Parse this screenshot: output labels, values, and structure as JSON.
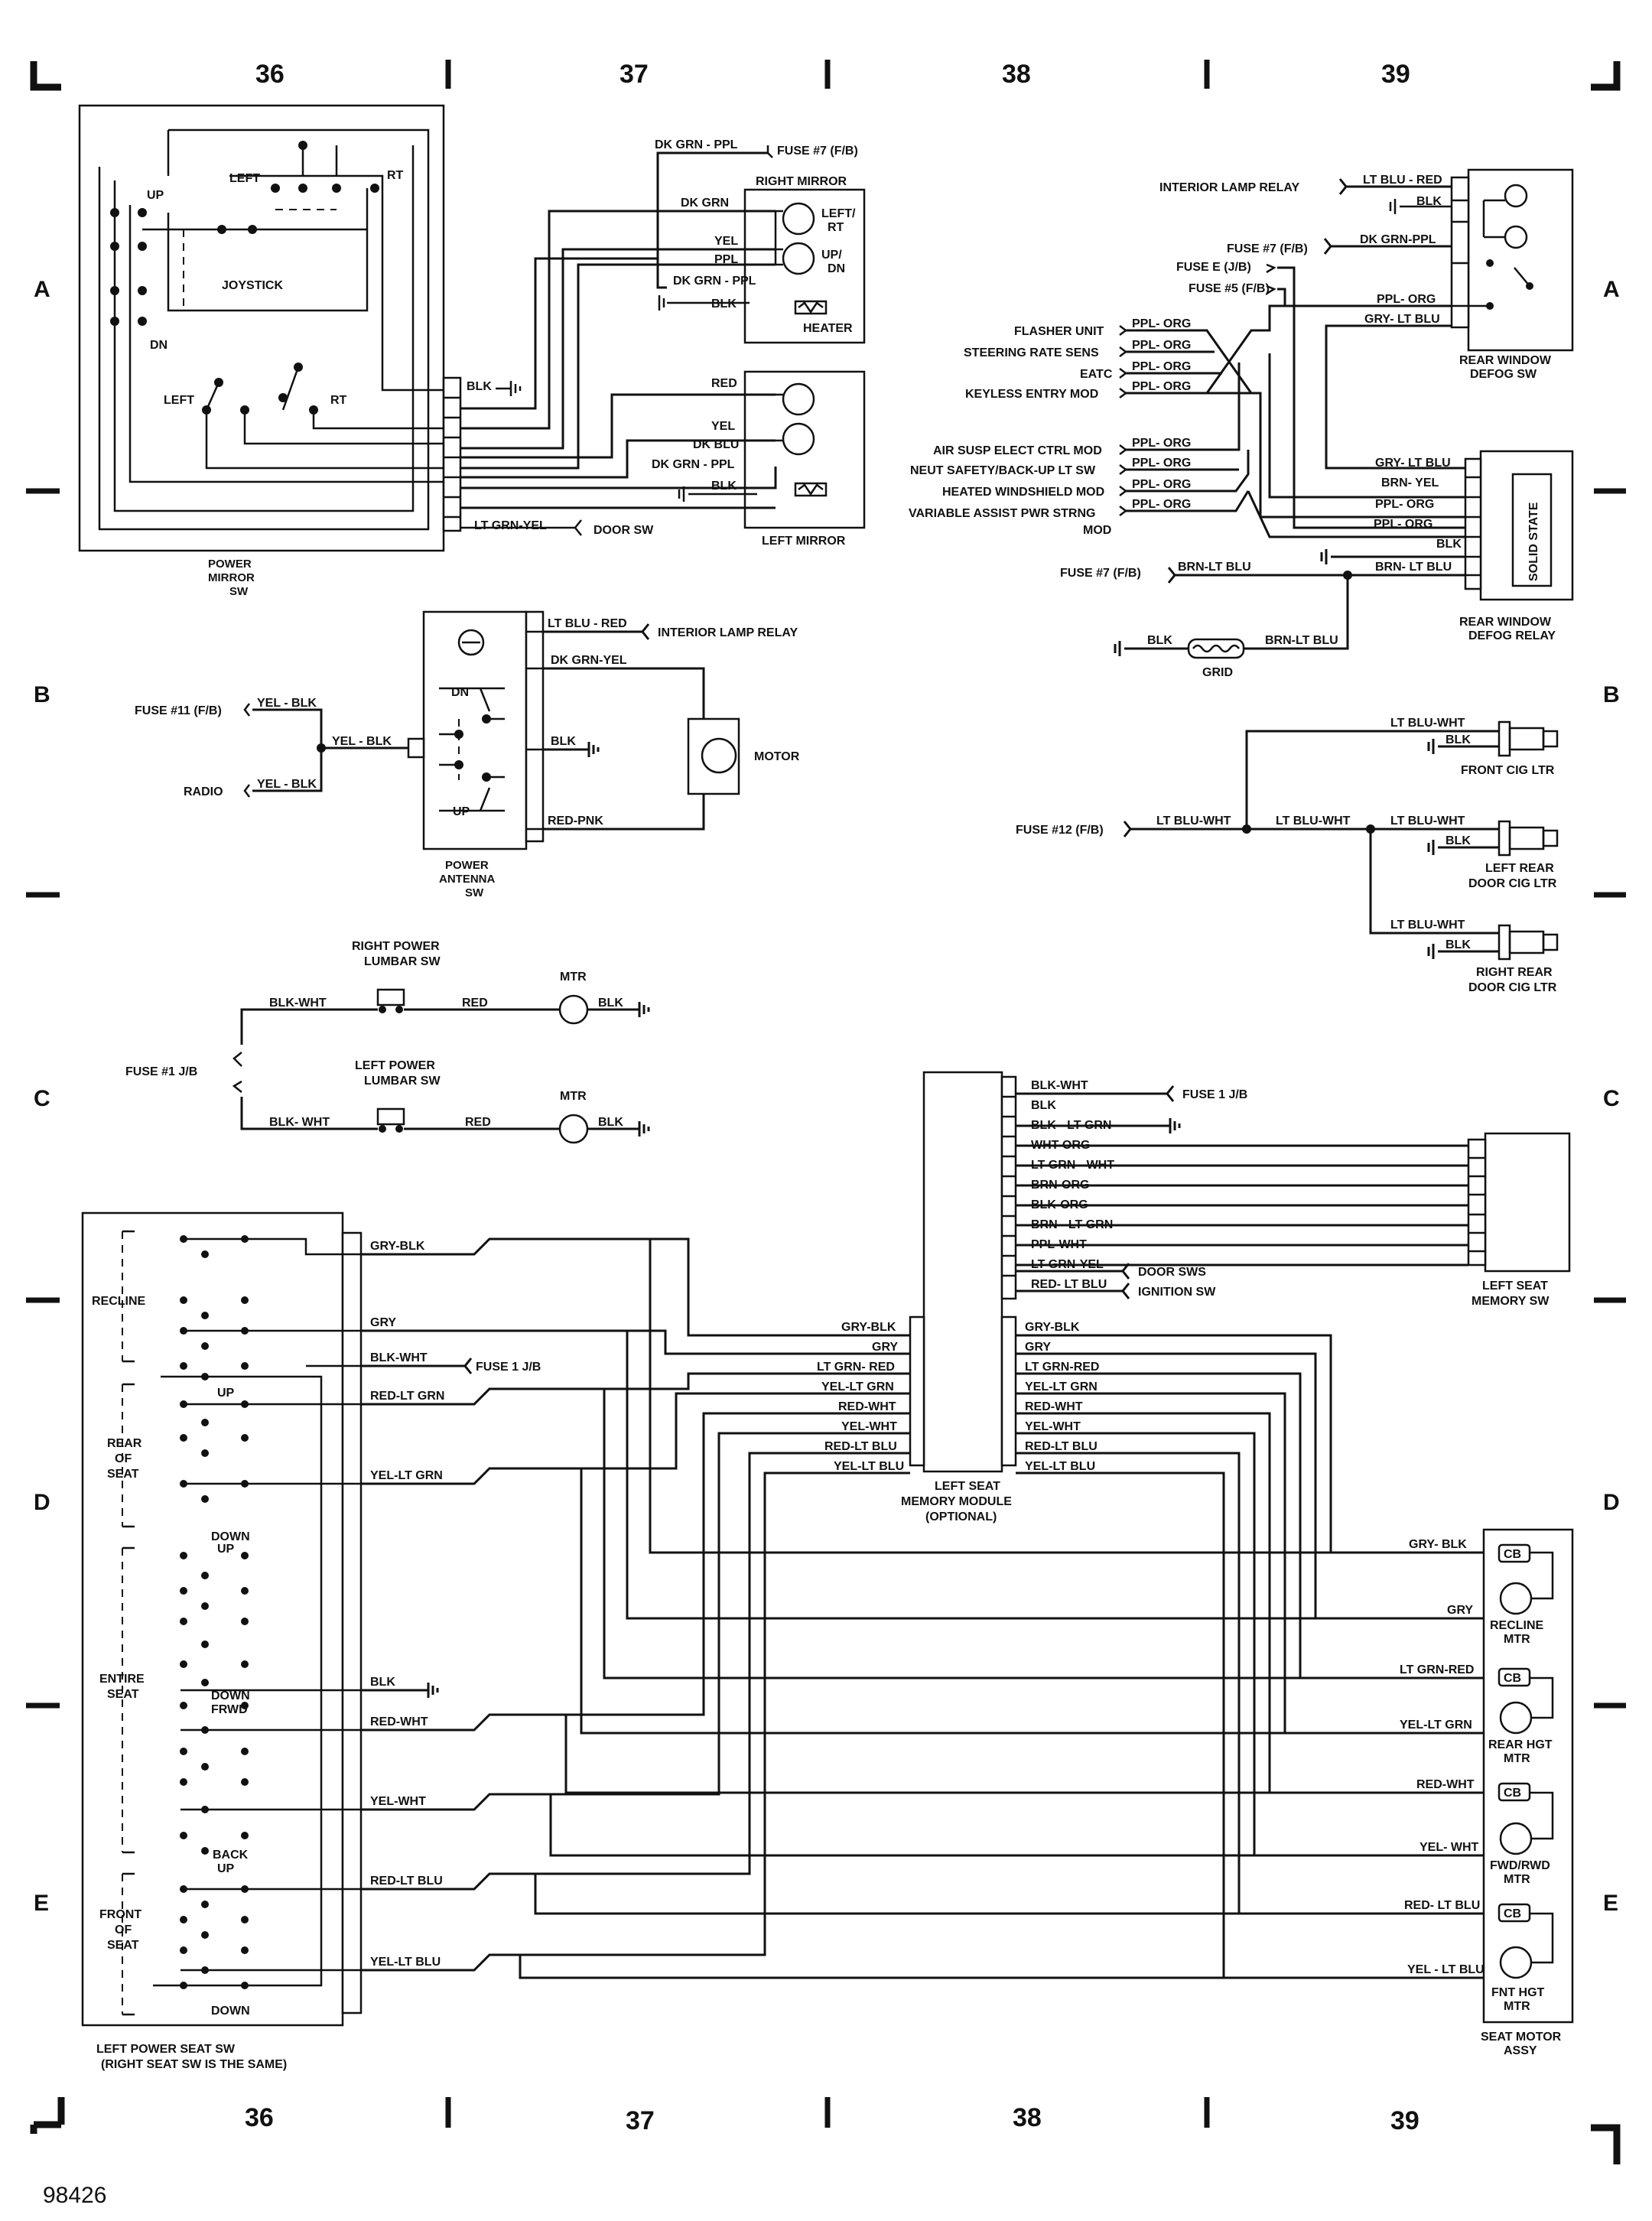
{
  "grid": {
    "columns": [
      "36",
      "37",
      "38",
      "39"
    ],
    "rows": [
      "A",
      "B",
      "C",
      "D",
      "E"
    ],
    "figure_number": "98426"
  },
  "power_mirror": {
    "switch_label": [
      "POWER",
      "MIRROR",
      "SW"
    ],
    "joystick": "JOYSTICK",
    "up": "UP",
    "dn": "DN",
    "left": "LEFT",
    "rt": "RT",
    "left2": "LEFT",
    "rt2": "RT",
    "wires": [
      "BLK",
      "LT GRN-YEL"
    ],
    "door_sw": "DOOR SW",
    "fuse7": "FUSE #7 (F/B)",
    "right_mirror": "RIGHT MIRROR",
    "left_rt": "LEFT/ RT",
    "up_dn": "UP/ DN",
    "heater": "HEATER",
    "left_mirror": "LEFT MIRROR",
    "rm_wires": [
      "DK GRN - PPL",
      "DK GRN",
      "YEL",
      "PPL",
      "DK GRN - PPL",
      "BLK"
    ],
    "lm_wires": [
      "RED",
      "YEL",
      "DK BLU",
      "DK GRN - PPL",
      "BLK"
    ]
  },
  "antenna": {
    "fuse11": "FUSE #11 (F/B)",
    "radio": "RADIO",
    "yel_blk": "YEL - BLK",
    "wires": [
      "LT BLU - RED",
      "DK GRN-YEL",
      "BLK",
      "RED-PNK"
    ],
    "interior_lamp_relay": "INTERIOR LAMP RELAY",
    "motor": "MOTOR",
    "dn": "DN",
    "up": "UP",
    "label": [
      "POWER",
      "ANTENNA",
      "SW"
    ]
  },
  "lumbar": {
    "right_sw": [
      "RIGHT POWER",
      "LUMBAR SW"
    ],
    "left_sw": [
      "LEFT POWER",
      "LUMBAR SW"
    ],
    "fuse1": "FUSE #1  J/B",
    "blk_wht": "BLK-WHT",
    "blk_wht2": "BLK- WHT",
    "red": "RED",
    "mtr": "MTR",
    "blk": "BLK"
  },
  "rear_defog": {
    "interior_lamp_relay": "INTERIOR LAMP RELAY",
    "fuse7": "FUSE #7 (F/B)",
    "fuseE": "FUSE E (J/B)",
    "fuse5": "FUSE #5 (F/B)",
    "sw_wires": [
      "LT BLU - RED",
      "BLK",
      "DK GRN-PPL",
      "PPL- ORG",
      "GRY- LT BLU"
    ],
    "sw_label": [
      "REAR WINDOW",
      "DEFOG SW"
    ],
    "modules": [
      "FLASHER UNIT",
      "STEERING RATE SENS",
      "EATC",
      "KEYLESS ENTRY MOD",
      "AIR SUSP ELECT CTRL MOD",
      "NEUT SAFETY/BACK-UP LT SW",
      "HEATED WINDSHIELD MOD",
      "VARIABLE ASSIST PWR STRNG",
      "MOD"
    ],
    "ppl_org": "PPL- ORG",
    "relay_wires": [
      "GRY- LT BLU",
      "BRN- YEL",
      "PPL- ORG",
      "PPL- ORG",
      "BLK",
      "BRN- LT BLU"
    ],
    "solid_state": "SOLID STATE",
    "relay_label": [
      "REAR WINDOW",
      "DEFOG RELAY"
    ],
    "fuse7b": "FUSE #7 (F/B)",
    "brn_lt_blu": "BRN-LT BLU",
    "blk": "BLK",
    "grid": "GRID"
  },
  "cig": {
    "fuse12": "FUSE #12 (F/B)",
    "lt_blu_wht": "LT BLU-WHT",
    "blk": "BLK",
    "front": "FRONT CIG LTR",
    "left_rear": [
      "LEFT REAR",
      "DOOR CIG LTR"
    ],
    "right_rear": [
      "RIGHT REAR",
      "DOOR CIG LTR"
    ]
  },
  "memory": {
    "top_wires": [
      "BLK-WHT",
      "BLK",
      "BLK - LT GRN",
      "WHT-ORG",
      "LT GRN - WHT",
      "BRN-ORG",
      "BLK-ORG",
      "BRN - LT GRN",
      "PPL-WHT",
      "LT GRN-YEL",
      "RED- LT BLU"
    ],
    "fuse1": "FUSE 1  J/B",
    "door_sws": "DOOR SWS",
    "ignition_sw": "IGNITION SW",
    "seat_sw_label": [
      "LEFT SEAT",
      "MEMORY SW"
    ],
    "module_label": [
      "LEFT SEAT",
      "MEMORY MODULE",
      "(OPTIONAL)"
    ],
    "left_wires": [
      "GRY-BLK",
      "GRY",
      "LT GRN- RED",
      "YEL-LT GRN",
      "RED-WHT",
      "YEL-WHT",
      "RED-LT BLU",
      "YEL-LT BLU"
    ],
    "right_wires": [
      "GRY-BLK",
      "GRY",
      "LT GRN-RED",
      "YEL-LT GRN",
      "RED-WHT",
      "YEL-WHT",
      "RED-LT BLU",
      "YEL-LT BLU"
    ]
  },
  "seat_switch": {
    "recline": "RECLINE",
    "rear_of_seat": [
      "REAR",
      "OF",
      "SEAT"
    ],
    "entire_seat": [
      "ENTIRE",
      "SEAT"
    ],
    "front_of_seat": [
      "FRONT",
      "OF",
      "SEAT"
    ],
    "up": "UP",
    "down": "DOWN",
    "down_frwd": [
      "DOWN",
      "FRWD"
    ],
    "back_up": [
      "BACK",
      "UP"
    ],
    "wires": [
      "GRY-BLK",
      "GRY",
      "BLK-WHT",
      "RED-LT GRN",
      "YEL-LT GRN",
      "BLK",
      "RED-WHT",
      "YEL-WHT",
      "RED-LT BLU",
      "YEL-LT BLU"
    ],
    "fuse1": "FUSE 1 J/B",
    "label": [
      "LEFT POWER SEAT SW",
      "(RIGHT SEAT SW IS THE SAME)"
    ]
  },
  "seat_motor": {
    "wires": [
      "GRY- BLK",
      "GRY",
      "LT GRN-RED",
      "YEL-LT GRN",
      "RED-WHT",
      "YEL- WHT",
      "RED- LT BLU",
      "YEL - LT BLU"
    ],
    "cb": "CB",
    "recline": [
      "RECLINE",
      "MTR"
    ],
    "rear_hgt": [
      "REAR HGT",
      "MTR"
    ],
    "fwd_rwd": [
      "FWD/RWD",
      "MTR"
    ],
    "fnt_hgt": [
      "FNT HGT",
      "MTR"
    ],
    "label": [
      "SEAT MOTOR",
      "ASSY"
    ]
  }
}
